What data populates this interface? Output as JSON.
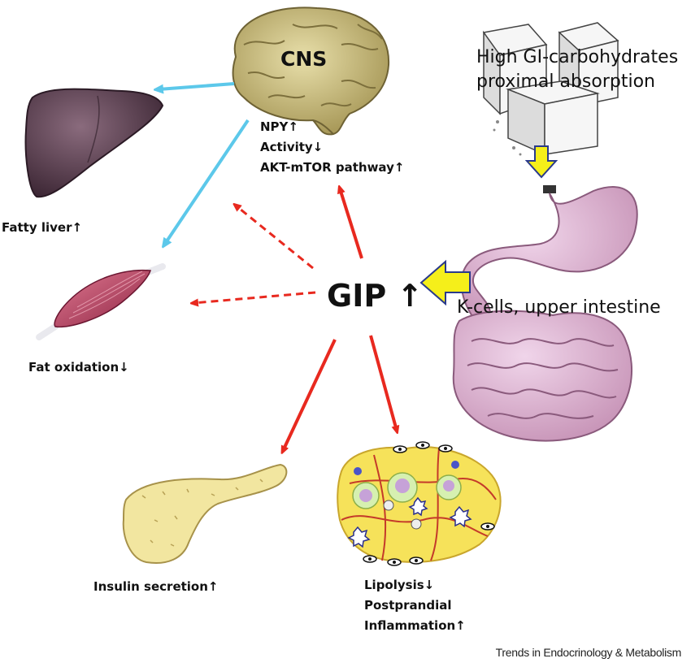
{
  "labels": {
    "cns": "CNS",
    "cns_effects": [
      "NPY↑",
      "Activity↓",
      "AKT-mTOR pathway↑"
    ],
    "gip": "GIP",
    "gip_arrow": "↑",
    "high_gi": [
      "High GI-carbohydrates",
      "proximal absorption"
    ],
    "k_cells": "K-cells, upper intestine",
    "fatty_liver": "Fatty liver↑",
    "fat_oxidation": "Fat oxidation↓",
    "insulin": "Insulin secretion↑",
    "adipose": [
      "Lipolysis↓",
      "Postprandial",
      "Inflammation↑"
    ]
  },
  "credit": "Trends in Endocrinology & Metabolism",
  "colors": {
    "red_arrow": "#e8291f",
    "blue_arrow": "#5cc8ea",
    "yellow_arrow": "#f5ef1a",
    "liver": "#5a3d4f",
    "muscle": "#b8425f",
    "pancreas": "#f2e6a0",
    "brain": "#cfc48a",
    "gut": "#d9b3cf",
    "fat": "#f6e25a"
  },
  "icons": [
    "brain-icon",
    "liver-icon",
    "muscle-icon",
    "pancreas-icon",
    "adipose-tissue-icon",
    "sugar-cubes-icon",
    "stomach-intestine-icon"
  ]
}
